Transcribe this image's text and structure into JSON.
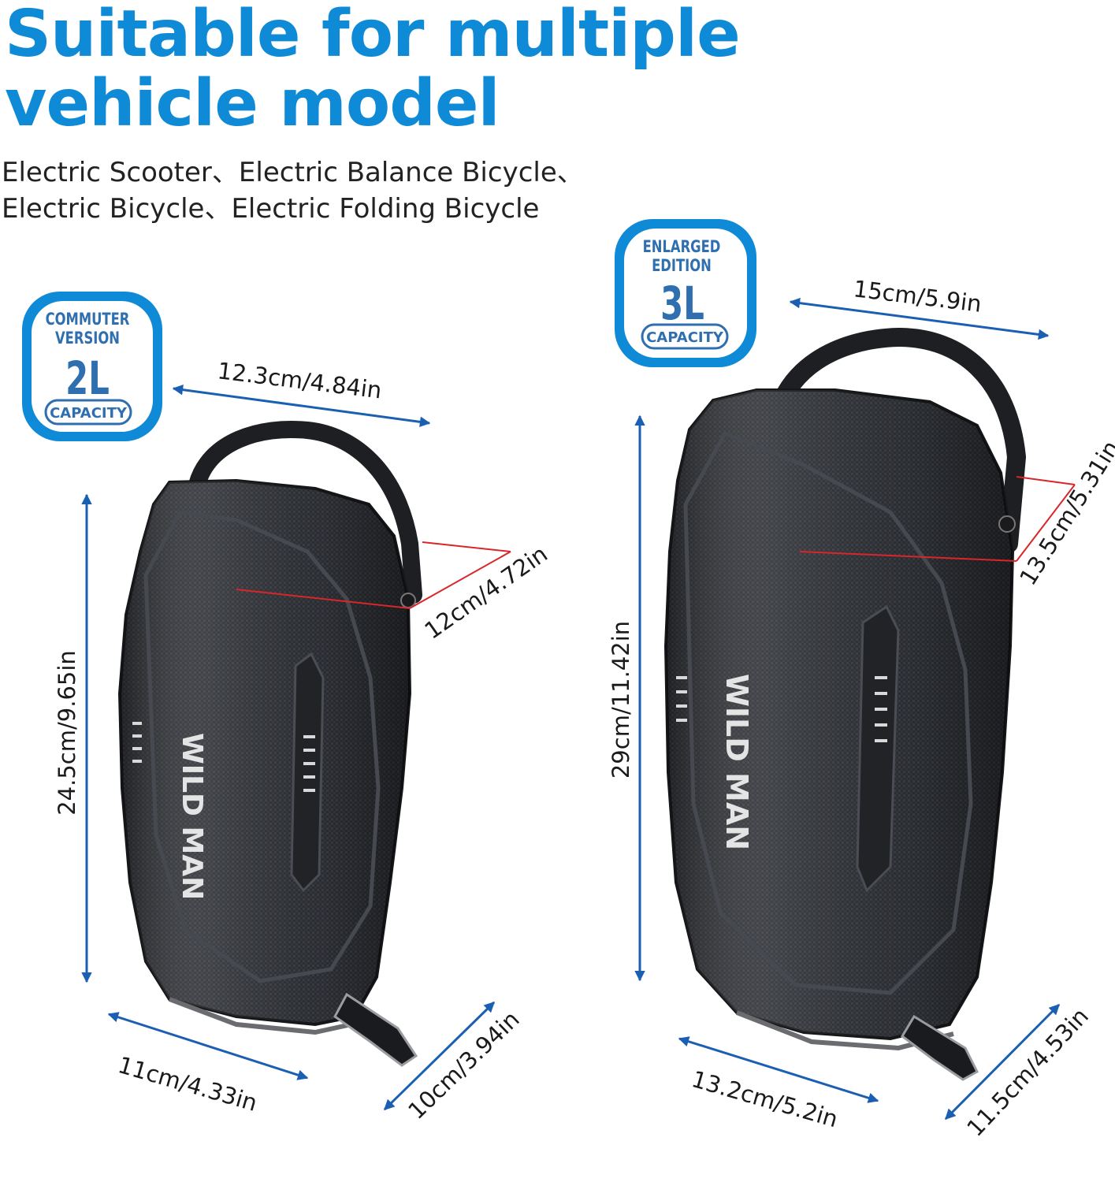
{
  "title": {
    "line1": "Suitable for multiple",
    "line2": "vehicle model"
  },
  "subtitle": {
    "line1": "Electric Scooter、Electric Balance Bicycle、",
    "line2": "Electric Bicycle、Electric Folding Bicycle"
  },
  "colors": {
    "brand_blue": "#0f8ad6",
    "arrow_blue": "#1b5fb3",
    "red_line": "#d9262b",
    "bag": "#2b2d31"
  },
  "small_bag": {
    "badge": {
      "line1": "COMMUTER",
      "line2": "VERSION",
      "volume": "2L",
      "pill": "CAPACITY"
    },
    "brand": "WILD MAN",
    "dims": {
      "width": "12.3cm/4.84in",
      "height": "24.5cm/9.65in",
      "depth": "12cm/4.72in",
      "bottom_width": "11cm/4.33in",
      "bottom_depth": "10cm/3.94in"
    }
  },
  "large_bag": {
    "badge": {
      "line1": "ENLARGED",
      "line2": "EDITION",
      "volume": "3L",
      "pill": "CAPACITY"
    },
    "brand": "WILD MAN",
    "dims": {
      "width": "15cm/5.9in",
      "height": "29cm/11.42in",
      "depth": "13.5cm/5.31in",
      "bottom_width": "13.2cm/5.2in",
      "bottom_depth": "11.5cm/4.53in"
    }
  }
}
